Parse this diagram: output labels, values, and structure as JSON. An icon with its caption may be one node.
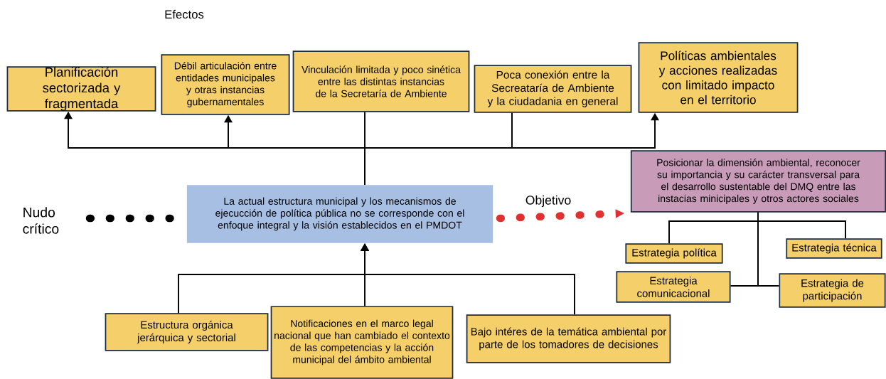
{
  "diagram": {
    "nodes": [
      {
        "text": [
          "Planificación sectorizada y fragmentada"
        ]
      },
      {
        "text": [
          "Débil articulación entre entidades municipales y otras instancias gubernamentales"
        ]
      },
      {
        "text": [
          "Vinculación limitada y poco sinética entre las distintas instancias de la Secretaría de Ambiente"
        ]
      },
      {
        "text": [
          "Poca conexión entre la Secreataría de Ambiente y la ciudadania en general"
        ]
      },
      {
        "text": [
          "Políticas ambientales y acciones realizadas con limitado impacto en el territorio"
        ]
      },
      {
        "text": [
          "Nudo crítico"
        ]
      },
      {
        "text": [
          "La actual estructura municipal y los mecanismos de ejecucción de política pública no se corresponde con el enfoque integral y la visión establecidos en el PMDOT"
        ]
      },
      {
        "text": [
          "Posicionar la dimensión ambiental, reconocer su importancia y su carácter transversal para el desarrollo sustentable del DMQ entre las instacias minicipales y otros actores sociales"
        ]
      },
      {
        "text": [
          "Estrategia política"
        ]
      },
      {
        "text": [
          "Estrategia técnica"
        ]
      },
      {
        "text": [
          "Estrategia comunicacional"
        ]
      },
      {
        "text": [
          "Estrategia de participación"
        ]
      },
      {
        "text": [
          "Estructura orgánica jerárquica y sectorial"
        ]
      },
      {
        "text": [
          "Notificaciones en el marco legal nacional que han cambiado el contexto de las competencias y la acción municipal del ámbito ambiental"
        ]
      },
      {
        "text": [
          "Bajo intéres de la temática ambiental por parte de los tomadores de decisiones"
        ]
      }
    ],
    "edges": [
      {
        "from": 6,
        "to": 0,
        "arrow": "to"
      },
      {
        "from": 6,
        "to": 1,
        "arrow": "to"
      },
      {
        "from": 6,
        "to": 2,
        "arrow": "none"
      },
      {
        "from": 6,
        "to": 3,
        "arrow": "none"
      },
      {
        "from": 6,
        "to": 4,
        "arrow": "to"
      },
      {
        "from": 5,
        "to": 6,
        "arrow": "none",
        "style": "dashed"
      },
      {
        "from": 6,
        "to": 7,
        "arrow": "to",
        "style": "dashed",
        "color": "#e03131",
        "label": "Objetivo"
      },
      {
        "from": 7,
        "to": 8,
        "arrow": "none"
      },
      {
        "from": 7,
        "to": 9,
        "arrow": "none"
      },
      {
        "from": 7,
        "to": 10,
        "arrow": "none"
      },
      {
        "from": 7,
        "to": 11,
        "arrow": "none"
      },
      {
        "from": 12,
        "to": 6,
        "arrow": "to"
      },
      {
        "from": 13,
        "to": 6,
        "arrow": "to"
      },
      {
        "from": 14,
        "to": 6,
        "arrow": "to"
      }
    ],
    "labels": [
      "Efectos"
    ]
  }
}
